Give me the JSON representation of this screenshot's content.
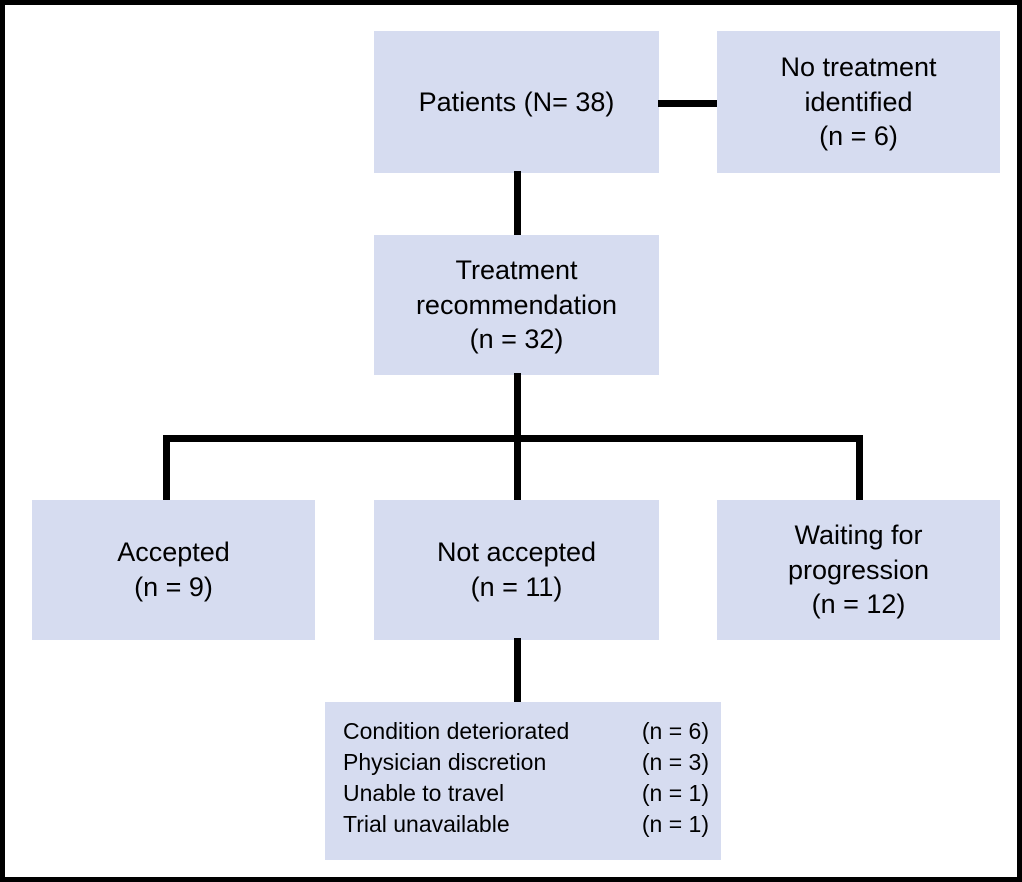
{
  "figure": {
    "type": "flowchart",
    "box_fill_color": "#d6dcf0",
    "connector_color": "#000000",
    "border_color": "#000000",
    "background_color": "#ffffff"
  },
  "nodes": {
    "patients": {
      "lines": [
        "Patients (N= 38)"
      ]
    },
    "no_treatment": {
      "lines": [
        "No treatment",
        "identified",
        "(n = 6)"
      ]
    },
    "recommendation": {
      "lines": [
        "Treatment",
        "recommendation",
        "(n = 32)"
      ]
    },
    "accepted": {
      "lines": [
        "Accepted",
        "(n = 9)"
      ]
    },
    "not_accepted": {
      "lines": [
        "Not accepted",
        "(n = 11)"
      ]
    },
    "waiting": {
      "lines": [
        "Waiting for",
        "progression",
        "(n = 12)"
      ]
    }
  },
  "reasons": {
    "rows": [
      {
        "label": "Condition deteriorated",
        "count": "(n = 6)"
      },
      {
        "label": "Physician discretion",
        "count": "(n = 3)"
      },
      {
        "label": "Unable to travel",
        "count": "(n = 1)"
      },
      {
        "label": "Trial unavailable",
        "count": "(n = 1)"
      }
    ]
  },
  "chart_data": {
    "type": "diagram",
    "title": "",
    "flow": [
      {
        "id": "patients",
        "label": "Patients",
        "n": 38,
        "n_symbol": "N"
      },
      {
        "id": "no_treatment",
        "label": "No treatment identified",
        "n": 6,
        "n_symbol": "n",
        "from": "patients"
      },
      {
        "id": "recommendation",
        "label": "Treatment recommendation",
        "n": 32,
        "n_symbol": "n",
        "from": "patients"
      },
      {
        "id": "accepted",
        "label": "Accepted",
        "n": 9,
        "n_symbol": "n",
        "from": "recommendation"
      },
      {
        "id": "not_accepted",
        "label": "Not accepted",
        "n": 11,
        "n_symbol": "n",
        "from": "recommendation"
      },
      {
        "id": "waiting",
        "label": "Waiting for progression",
        "n": 12,
        "n_symbol": "n",
        "from": "recommendation"
      },
      {
        "id": "condition_deteriorated",
        "label": "Condition deteriorated",
        "n": 6,
        "n_symbol": "n",
        "from": "not_accepted"
      },
      {
        "id": "physician_discretion",
        "label": "Physician discretion",
        "n": 3,
        "n_symbol": "n",
        "from": "not_accepted"
      },
      {
        "id": "unable_to_travel",
        "label": "Unable to travel",
        "n": 1,
        "n_symbol": "n",
        "from": "not_accepted"
      },
      {
        "id": "trial_unavailable",
        "label": "Trial unavailable",
        "n": 1,
        "n_symbol": "n",
        "from": "not_accepted"
      }
    ]
  }
}
